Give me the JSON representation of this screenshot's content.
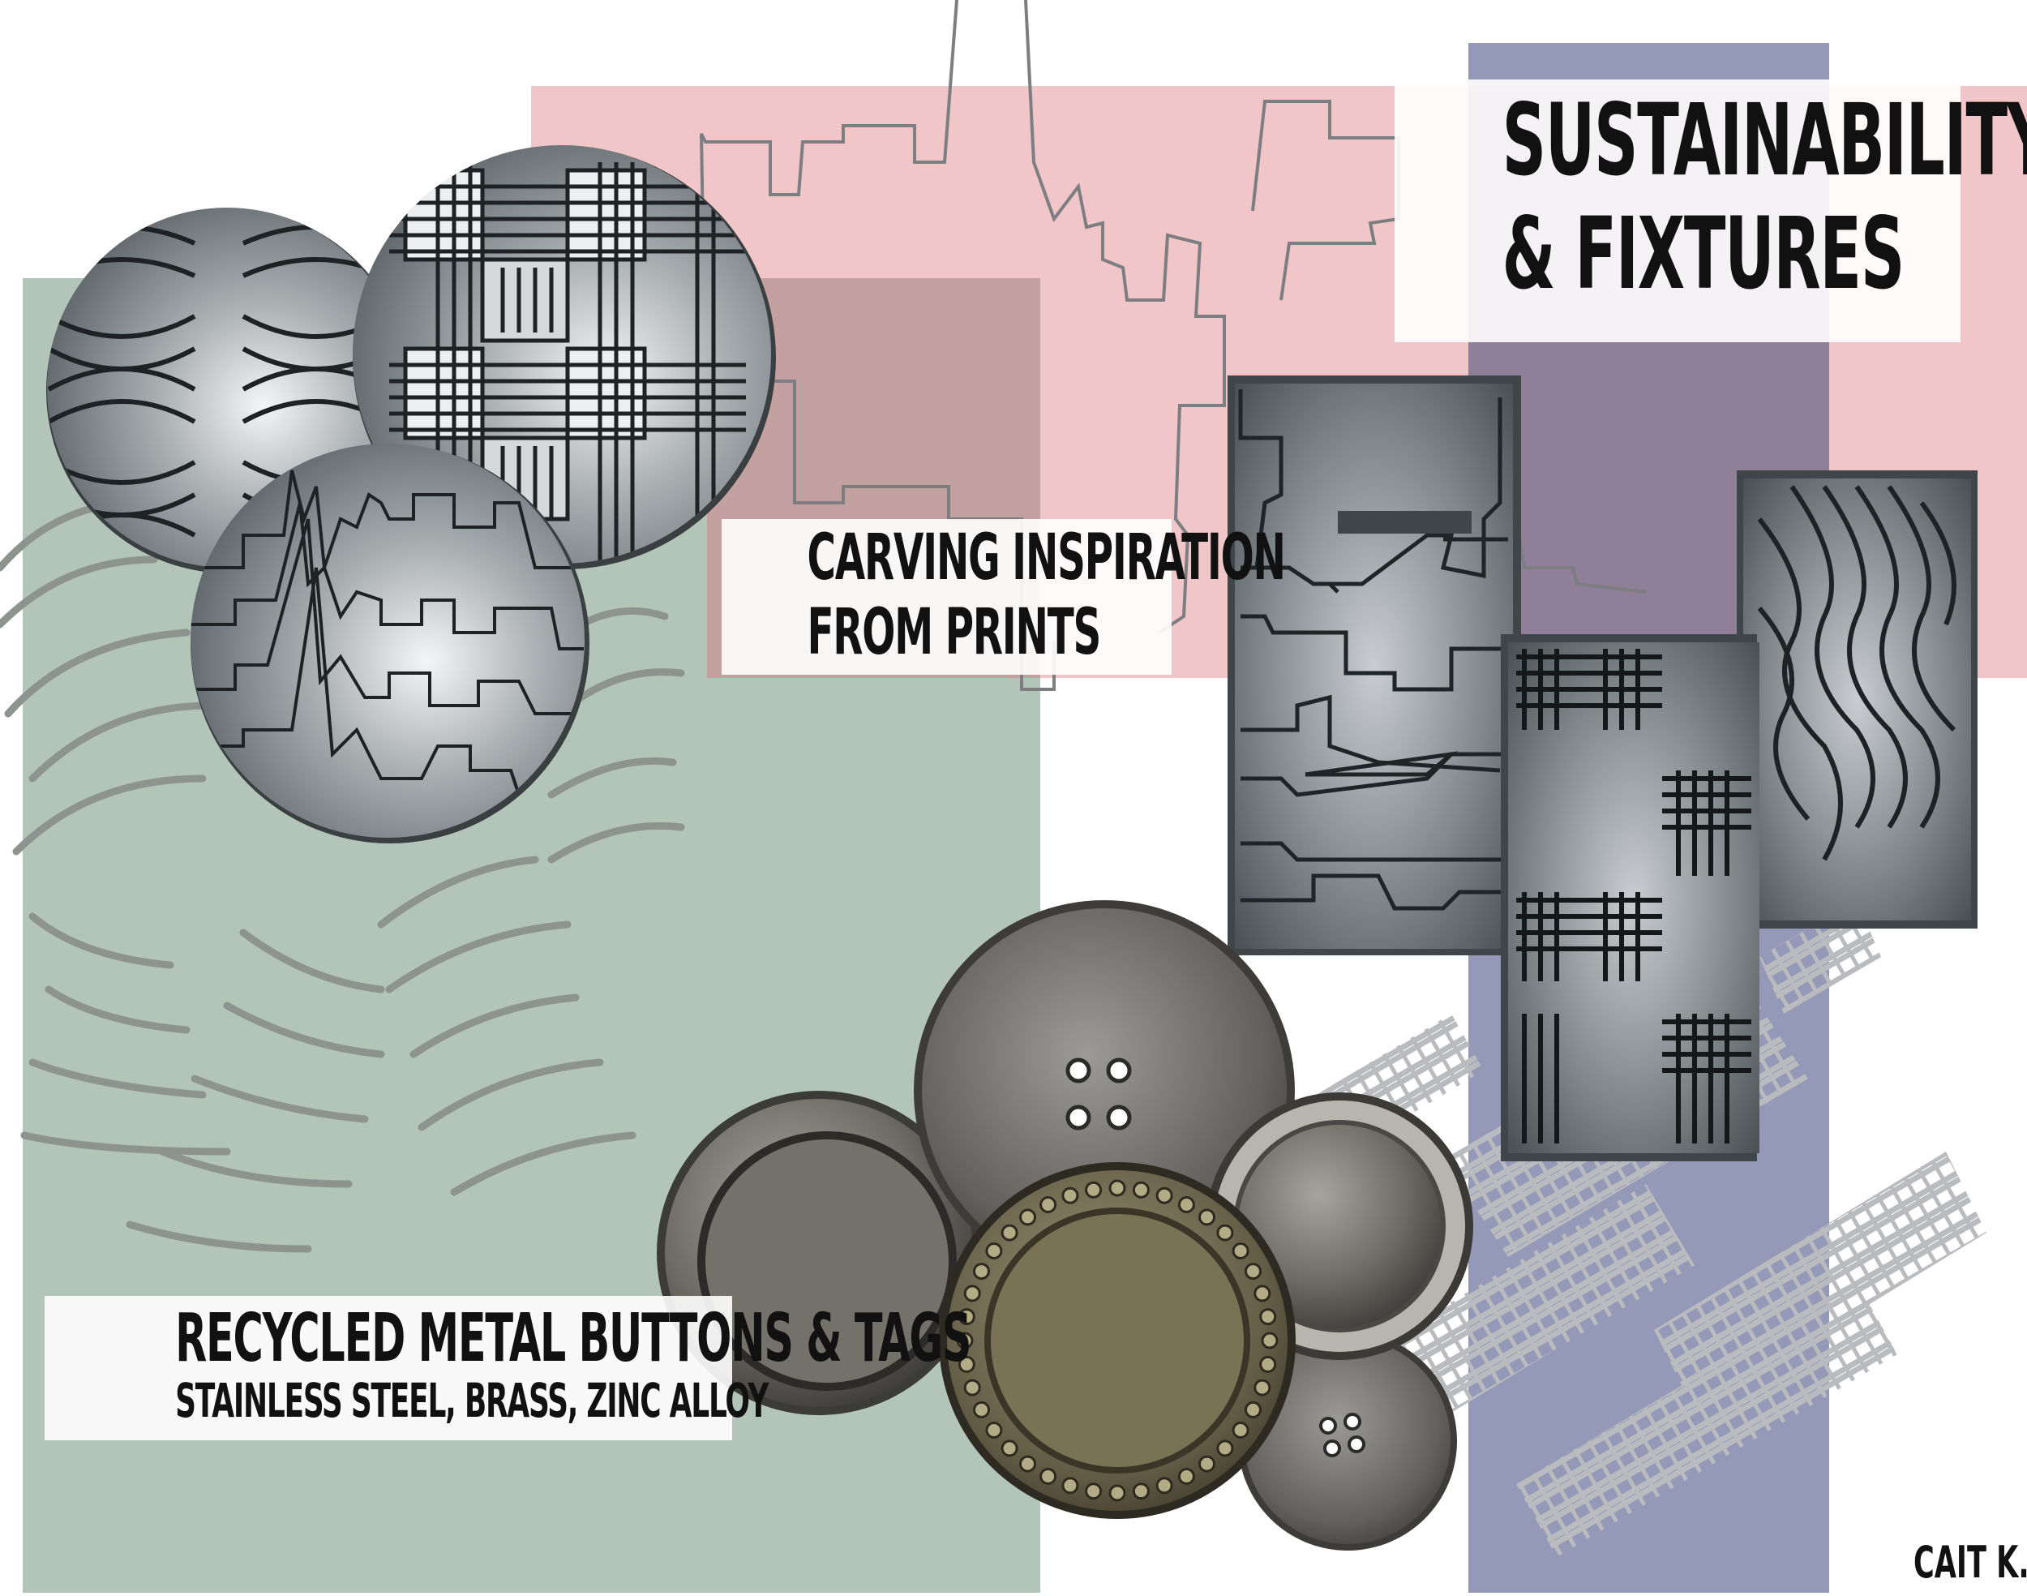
{
  "title": {
    "line1": "SUSTAINABILITY",
    "line2": "& FIXTURES"
  },
  "carving_label": {
    "line1": "CARVING INSPIRATION",
    "line2": "FROM PRINTS"
  },
  "recycled_label": {
    "line1": "RECYCLED METAL BUTTONS & TAGS",
    "line2": "STAINLESS STEEL, BRASS, ZINC ALLOY"
  },
  "signature": "CAIT K.",
  "colors": {
    "pink_block": "#f0c6c8",
    "sage_block": "#b3c4b8",
    "violet_block": "#9599b8",
    "mauve_overlay": "#c4a1a1",
    "plum_overlay": "#8e7f96",
    "steel_dark": "#3f4649",
    "steel_mid": "#8d9396",
    "steel_light": "#e6e8ea",
    "brass": "#7d7459"
  },
  "icons": [
    "wave-pattern-button",
    "basket-weave-button",
    "skyline-button",
    "skyline-tag",
    "weave-tag",
    "wave-tag",
    "metal-button"
  ]
}
